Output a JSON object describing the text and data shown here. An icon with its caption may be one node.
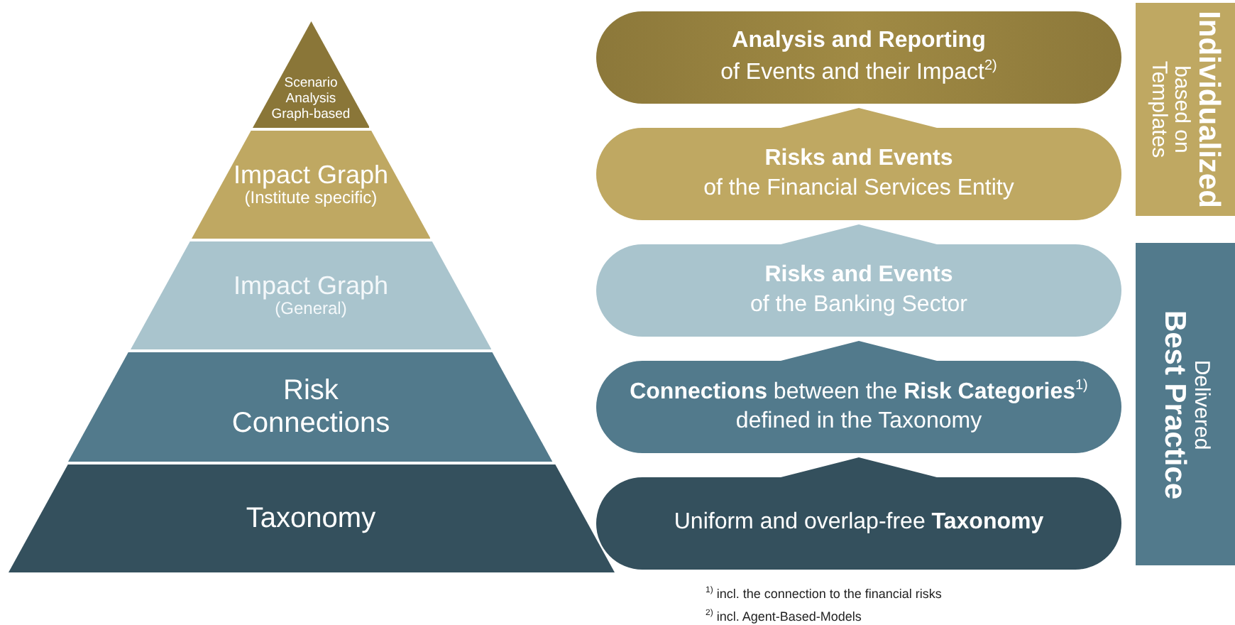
{
  "diagram": {
    "nodes": [
      {
        "text": [
          "Scenario Analysis Graph-based"
        ]
      },
      {
        "text": [
          "Impact Graph",
          "(Institute specific)"
        ]
      },
      {
        "text": [
          "Impact Graph",
          "(General)"
        ]
      },
      {
        "text": [
          "Risk Connections"
        ]
      },
      {
        "text": [
          "Taxonomy"
        ]
      },
      {
        "text": [
          "Analysis and Reporting",
          "of Events and their Impact$^{2)}$"
        ]
      },
      {
        "text": [
          "Risks and Events",
          "of the Financial Services Entity"
        ]
      },
      {
        "text": [
          "Risks and Events",
          "of the Banking Sector"
        ]
      },
      {
        "text": [
          "**Connections** between the **Risk Categories**$^{1)}$ defined in the Taxonomy"
        ]
      },
      {
        "text": [
          "Uniform and overlap-free **Taxonomy**"
        ]
      },
      {
        "text": [
          "Individualized",
          "based on Templates"
        ]
      },
      {
        "text": [
          "Delivered",
          "Best Practice"
        ]
      }
    ],
    "edges": [
      {
        "from": 6,
        "to": 5,
        "arrow": "to",
        "color": "#bfa862"
      },
      {
        "from": 7,
        "to": 6,
        "arrow": "to",
        "color": "#a9c4cd"
      },
      {
        "from": 8,
        "to": 7,
        "arrow": "to",
        "color": "#527a8c"
      },
      {
        "from": 9,
        "to": 8,
        "arrow": "to",
        "color": "#34505d"
      }
    ],
    "labels": [
      "$^{1)}$ incl. the connection to the financial risks",
      "$^{2)}$ incl. Agent-Based-Models"
    ]
  }
}
